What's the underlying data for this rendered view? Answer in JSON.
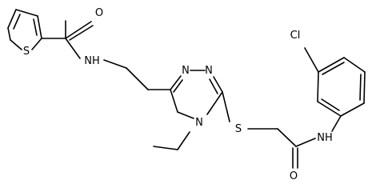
{
  "atom_labels": {
    "thiophene_s": "S",
    "amide_o_top": "O",
    "amide_nh_left": "NH",
    "triazole_n_a": "N",
    "triazole_n_b": "N",
    "triazole_n4": "N",
    "thioether_s": "S",
    "chloro": "Cl",
    "amide_nh_right": "NH",
    "amide_o_bottom": "O"
  },
  "colors": {
    "bond": "#000000",
    "label": "#000000",
    "background": "#ffffff"
  }
}
